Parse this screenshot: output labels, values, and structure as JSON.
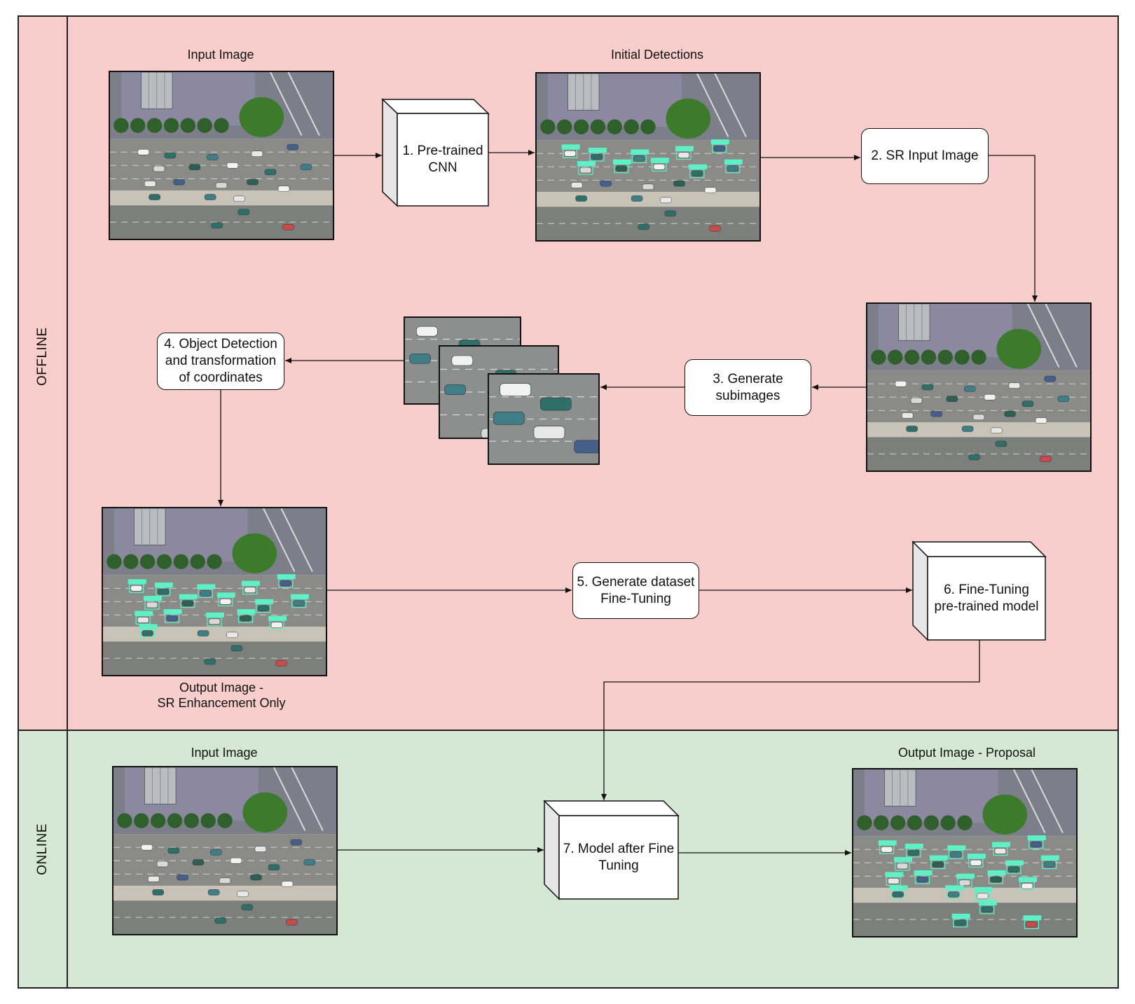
{
  "lanes": {
    "offline": {
      "label": "OFFLINE",
      "color": "#f8cecc"
    },
    "online": {
      "label": "ONLINE",
      "color": "#d5e8d4"
    }
  },
  "captions": {
    "input_image_top": "Input Image",
    "initial_detections": "Initial Detections",
    "output_sr_line1": "Output Image -",
    "output_sr_line2": "SR Enhancement Only",
    "input_image_bottom": "Input Image",
    "output_proposal": "Output Image - Proposal"
  },
  "steps": {
    "s1_line1": "1. Pre-trained",
    "s1_line2": "CNN",
    "s2": "2. SR Input Image",
    "s3_line1": "3. Generate",
    "s3_line2": "subimages",
    "s4_line1": "4. Object Detection",
    "s4_line2": "and transformation",
    "s4_line3": "of coordinates",
    "s5_line1": "5. Generate dataset",
    "s5_line2": "Fine-Tuning",
    "s6_line1": "6. Fine-Tuning",
    "s6_line2": "pre-trained model",
    "s7_line1": "7. Model after Fine",
    "s7_line2": "Tuning"
  },
  "photo_elements": {
    "building_icon": "building",
    "tree_icon": "tree",
    "car_icon": "car",
    "detection_box_icon": "detection-box"
  }
}
